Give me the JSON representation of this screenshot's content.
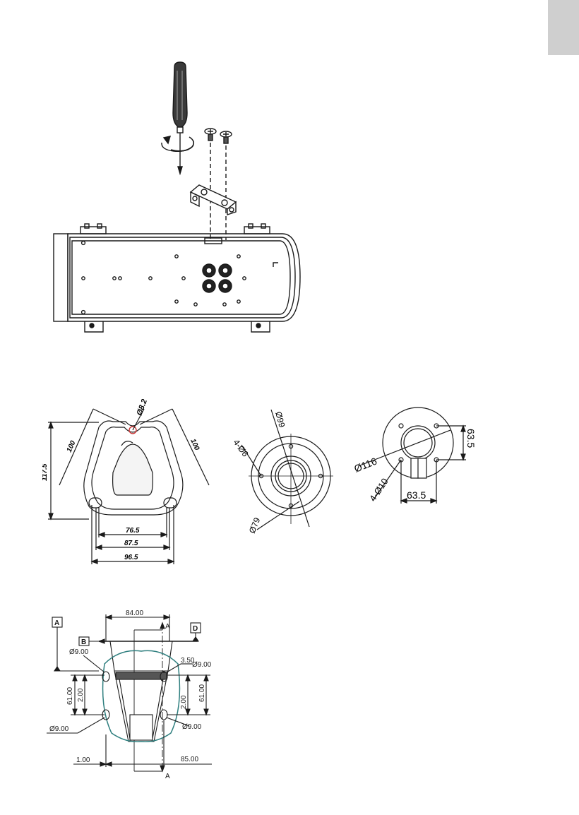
{
  "page": {
    "tab_color": "#cfcfcf",
    "ink": "#1a1a1a",
    "accent_curve": "#2f7f7f"
  },
  "fig2": {
    "d_hole": "Ø8.2",
    "left_diag": "100",
    "right_diag": "100",
    "height": "117.5",
    "w1": "76.5",
    "w2": "87.5",
    "w3": "96.5"
  },
  "fig3": {
    "d_top": "Ø99",
    "holes": "4-Ø6",
    "d_bottom": "Ø79"
  },
  "fig4": {
    "v_spacing": "63.5",
    "d_outer": "Ø116",
    "holes": "4-Ø10",
    "h_spacing": "63.5"
  },
  "fig5": {
    "datum_a": "A",
    "datum_b": "B",
    "datum_d": "D",
    "width_top": "84.00",
    "d_tl": "Ø9.00",
    "offset_r": "3.50",
    "d_tr": "Ø9.00",
    "left_outer": "61.00",
    "left_inner": "2.00",
    "right_inner": "2.00",
    "right_outer": "61.00",
    "d_bl": "Ø9.00",
    "d_br": "Ø9.00",
    "offset_l": "1.00",
    "width_bottom": "85.00",
    "section_top": "A",
    "section_bottom": "A"
  }
}
